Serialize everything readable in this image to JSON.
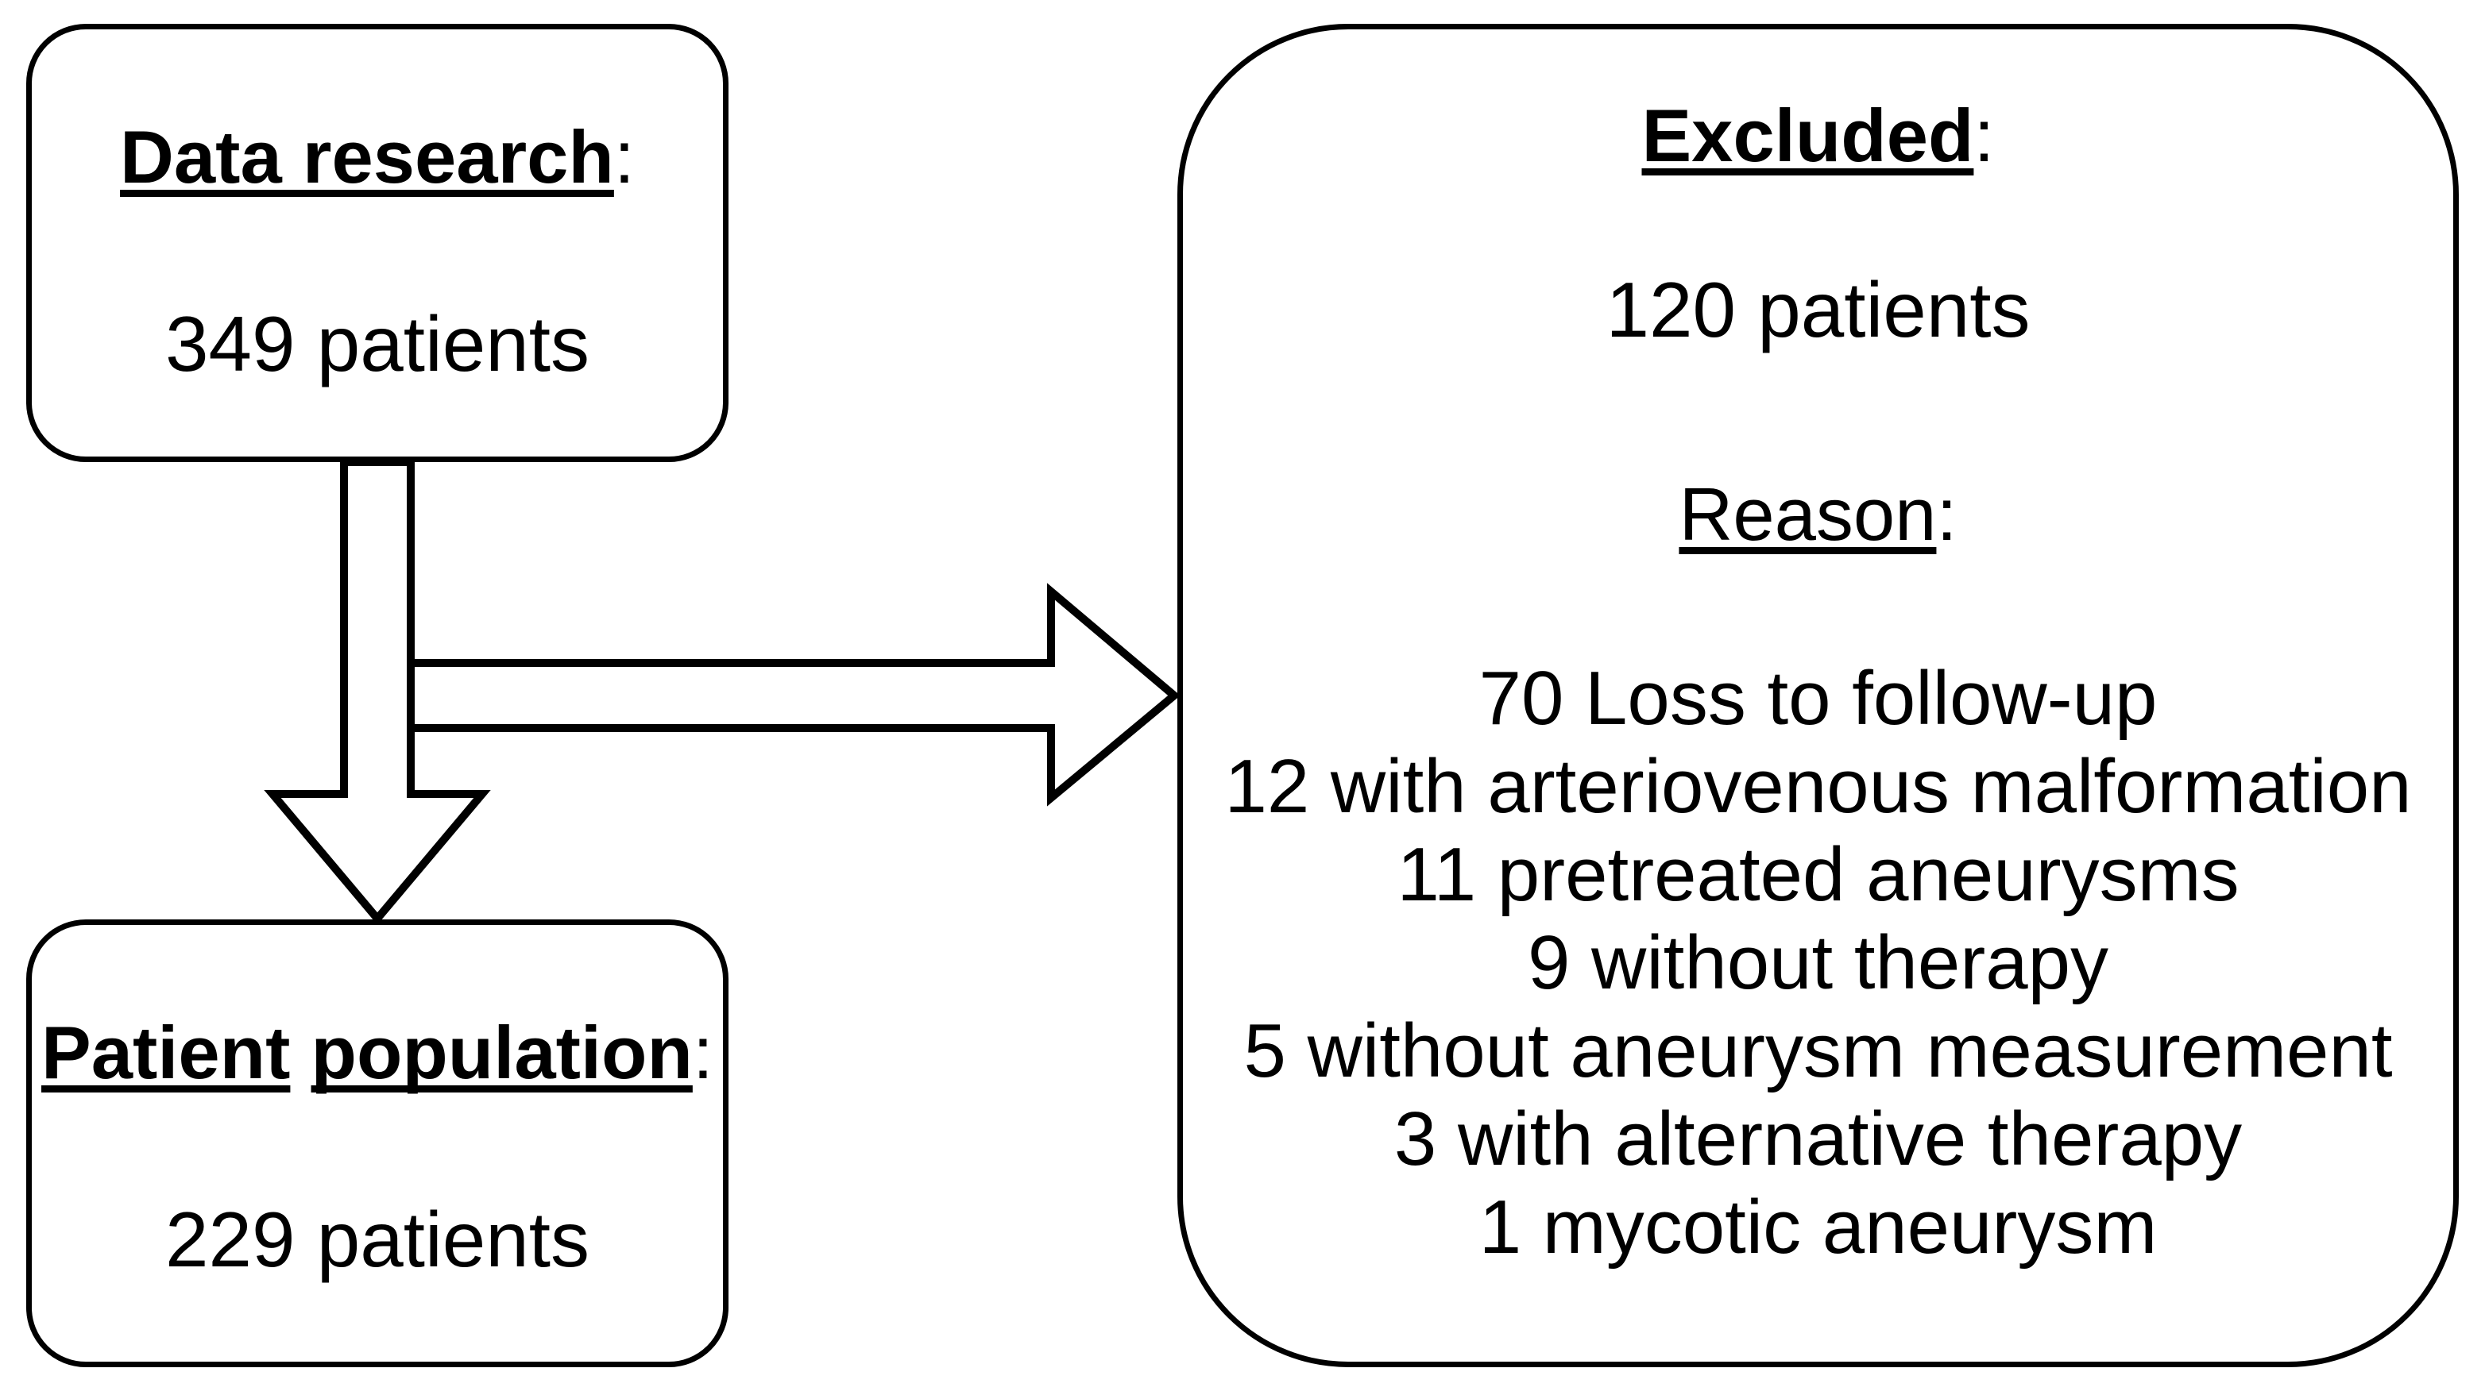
{
  "page": {
    "background": "#ffffff",
    "ink": "#000000"
  },
  "boxes": {
    "data_research": {
      "title": "Data research",
      "colon": ":",
      "count": "349 patients"
    },
    "patient_population": {
      "title_words": [
        "Patient",
        "population"
      ],
      "colon": ":",
      "count": "229 patients"
    },
    "excluded": {
      "title": "Excluded",
      "colon": ":",
      "count": "120 patients",
      "reason_heading": "Reason",
      "reason_colon": ":",
      "reasons": [
        "70 Loss to follow-up",
        "12 with arteriovenous malformation",
        "11 pretreated aneurysms",
        "9 without therapy",
        "5 without aneurysm measurement",
        "3 with alternative therapy",
        "1 mycotic aneurysm"
      ]
    }
  },
  "arrows": [
    {
      "name": "down-arrow",
      "from": "data-research-box",
      "to": "patient-population-box"
    },
    {
      "name": "right-arrow",
      "from": "data-research-box",
      "to": "excluded-box"
    }
  ]
}
